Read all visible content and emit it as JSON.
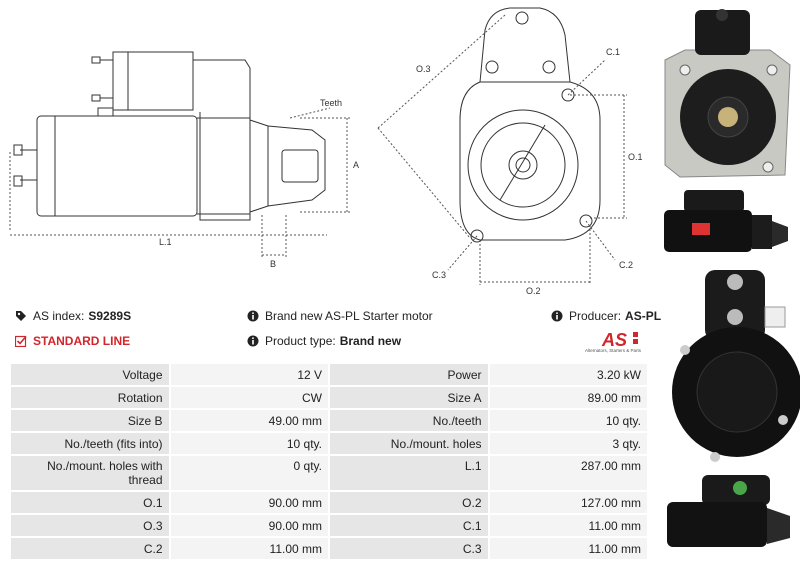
{
  "drawing_labels": {
    "teeth": "Teeth",
    "a": "A",
    "b": "B",
    "l1": "L.1",
    "o3": "O.3",
    "c1": "C.1",
    "o1": "O.1",
    "c3": "C.3",
    "c2": "C.2",
    "o2": "O.2"
  },
  "info": {
    "as_index_label": "AS index:",
    "as_index_value": "S9289S",
    "line_label": "STANDARD LINE",
    "description": "Brand new AS-PL Starter motor",
    "product_type_label": "Product type:",
    "product_type_value": "Brand new",
    "producer_label": "Producer:",
    "producer_value": "AS-PL"
  },
  "logo": {
    "text": "AS",
    "tagline": "Alternators, Starters & Parts"
  },
  "specs": [
    {
      "l1": "Voltage",
      "v1": "12 V",
      "l2": "Power",
      "v2": "3.20 kW"
    },
    {
      "l1": "Rotation",
      "v1": "CW",
      "l2": "Size A",
      "v2": "89.00 mm"
    },
    {
      "l1": "Size B",
      "v1": "49.00 mm",
      "l2": "No./teeth",
      "v2": "10 qty."
    },
    {
      "l1": "No./teeth (fits into)",
      "v1": "10 qty.",
      "l2": "No./mount. holes",
      "v2": "3 qty."
    },
    {
      "l1": "No./mount. holes with thread",
      "v1": "0 qty.",
      "l2": "L.1",
      "v2": "287.00 mm"
    },
    {
      "l1": "O.1",
      "v1": "90.00 mm",
      "l2": "O.2",
      "v2": "127.00 mm"
    },
    {
      "l1": "O.3",
      "v1": "90.00 mm",
      "l2": "C.1",
      "v2": "11.00 mm"
    },
    {
      "l1": "C.2",
      "v1": "11.00 mm",
      "l2": "C.3",
      "v2": "11.00 mm"
    }
  ],
  "colors": {
    "accent_red": "#d0262c",
    "label_cell": "#e6e6e6",
    "value_cell": "#f4f4f4"
  }
}
